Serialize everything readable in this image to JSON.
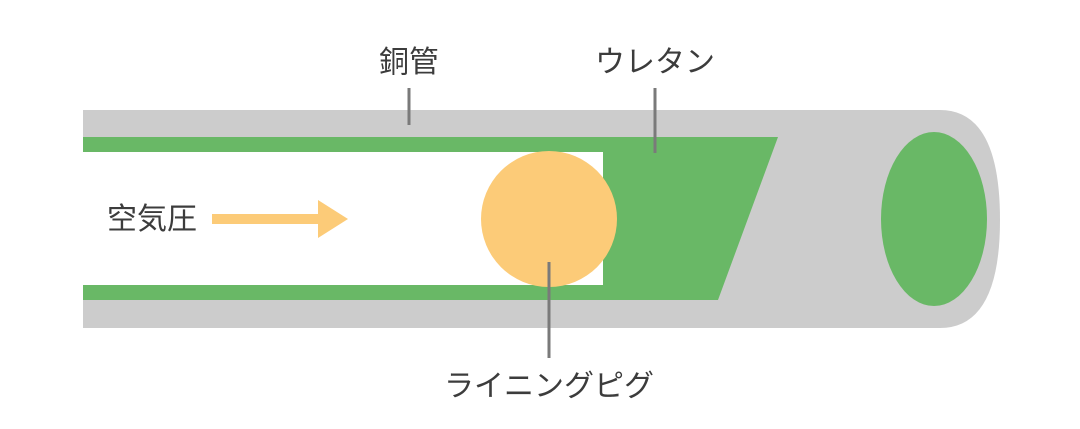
{
  "labels": {
    "copper_pipe": "銅管",
    "urethane": "ウレタン",
    "air_pressure": "空気圧",
    "lining_pig": "ライニングピグ"
  },
  "colors": {
    "pipe": "#cccccc",
    "urethane": "#69b866",
    "pig": "#fccb78",
    "arrow": "#fccb78",
    "leader_line": "#7a7a7a",
    "text": "#3c3c3c"
  },
  "icons": {
    "flow_arrow": "arrow-right-icon"
  }
}
